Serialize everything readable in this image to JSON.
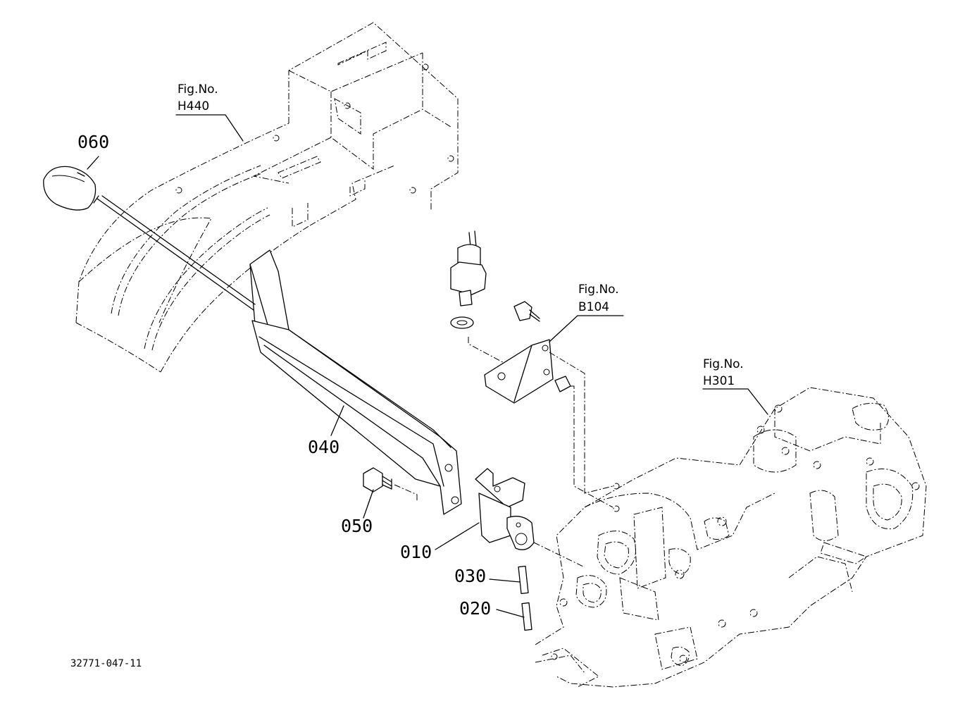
{
  "drawing": {
    "code": "32771-047-11",
    "references": [
      {
        "id": "h440",
        "line1": "Fig.No.",
        "line2": "H440"
      },
      {
        "id": "b104",
        "line1": "Fig.No.",
        "line2": "B104"
      },
      {
        "id": "h301",
        "line1": "Fig.No.",
        "line2": "H301"
      }
    ],
    "parts": [
      {
        "id": "p060",
        "number": "060"
      },
      {
        "id": "p040",
        "number": "040"
      },
      {
        "id": "p050",
        "number": "050"
      },
      {
        "id": "p010",
        "number": "010"
      },
      {
        "id": "p030",
        "number": "030"
      },
      {
        "id": "p020",
        "number": "020"
      }
    ]
  }
}
